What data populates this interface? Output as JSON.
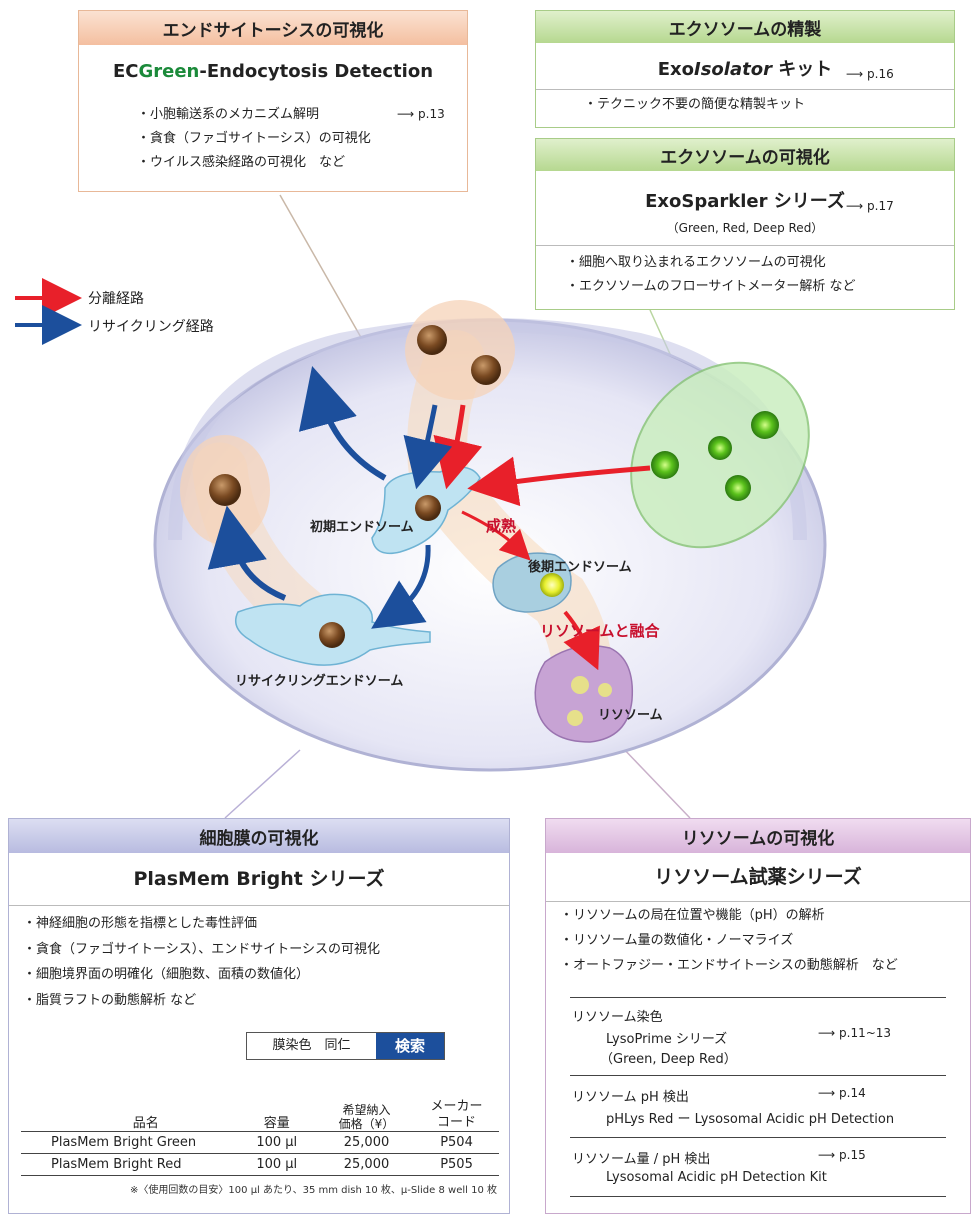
{
  "endo_box": {
    "header": "エンドサイトーシスの可視化",
    "product_prefix": "EC",
    "product_green": "Green",
    "product_suffix": "-Endocytosis Detection",
    "bullets": [
      "小胞輸送系のメカニズム解明",
      "貪食（ファゴサイトーシス）の可視化",
      "ウイルス感染経路の可視化　など"
    ],
    "page_ref": "p.13"
  },
  "exo_purify": {
    "header": "エクソソームの精製",
    "product_a": "Exo",
    "product_b": "Isolator",
    "product_c": " キット",
    "page_ref": "p.16",
    "bullets": [
      "テクニック不要の簡便な精製キット"
    ]
  },
  "exo_visual": {
    "header": "エクソソームの可視化",
    "product": "ExoSparkler シリーズ",
    "variants": "（Green, Red, Deep Red）",
    "page_ref": "p.17",
    "bullets": [
      "細胞へ取り込まれるエクソソームの可視化",
      "エクソソームのフローサイトメーター解析 など"
    ]
  },
  "legend": {
    "separation": "分離経路",
    "recycling": "リサイクリング経路",
    "separation_color": "#e8202a",
    "recycling_color": "#1c4f9c"
  },
  "diagram": {
    "early_endosome": "初期エンドソーム",
    "maturation": "成熟",
    "late_endosome": "後期エンドソーム",
    "lysosome_fusion": "リソソームと融合",
    "recycling_endosome": "リサイクリングエンドソーム",
    "lysosome": "リソソーム"
  },
  "membrane_box": {
    "header": "細胞膜の可視化",
    "product": "PlasMem Bright シリーズ",
    "bullets": [
      "神経細胞の形態を指標とした毒性評価",
      "貪食（ファゴサイトーシス）、エンドサイトーシスの可視化",
      "細胞境界面の明確化（細胞数、面積の数値化）",
      "脂質ラフトの動態解析 など"
    ],
    "search_text": "膜染色　同仁",
    "search_button": "検索",
    "table": {
      "headers": [
        "品名",
        "容量",
        "希望納入\n価格（¥）",
        "メーカー\nコード"
      ],
      "rows": [
        [
          "PlasMem Bright Green",
          "100 μl",
          "25,000",
          "P504"
        ],
        [
          "PlasMem Bright Red",
          "100 μl",
          "25,000",
          "P505"
        ]
      ]
    },
    "footnote": "※〈使用回数の目安〉100 μl あたり、35 mm dish 10 枚、μ-Slide 8 well 10 枚"
  },
  "lyso_box": {
    "header": "リソソームの可視化",
    "product": "リソソーム試薬シリーズ",
    "bullets": [
      "リソソームの局在位置や機能（pH）の解析",
      "リソソーム量の数値化・ノーマライズ",
      "オートファジー・エンドサイトーシスの動態解析　など"
    ],
    "items": [
      {
        "title": "リソソーム染色",
        "name": "LysoPrime シリーズ",
        "sub": "（Green, Deep Red）",
        "page_ref": "p.11~13"
      },
      {
        "title": "リソソーム pH 検出",
        "name": "pHLys Red ー Lysosomal Acidic pH Detection",
        "sub": "",
        "page_ref": "p.14"
      },
      {
        "title": "リソソーム量 / pH 検出",
        "name": "Lysosomal Acidic pH Detection Kit",
        "sub": "",
        "page_ref": "p.15"
      }
    ]
  },
  "colors": {
    "orange_header": "#f6c9ae",
    "green_header": "#c5e0a4",
    "purple_header": "#c5c8e6",
    "lyso_header": "#e2c4e3",
    "ecgreen": "#1b8a3a"
  }
}
